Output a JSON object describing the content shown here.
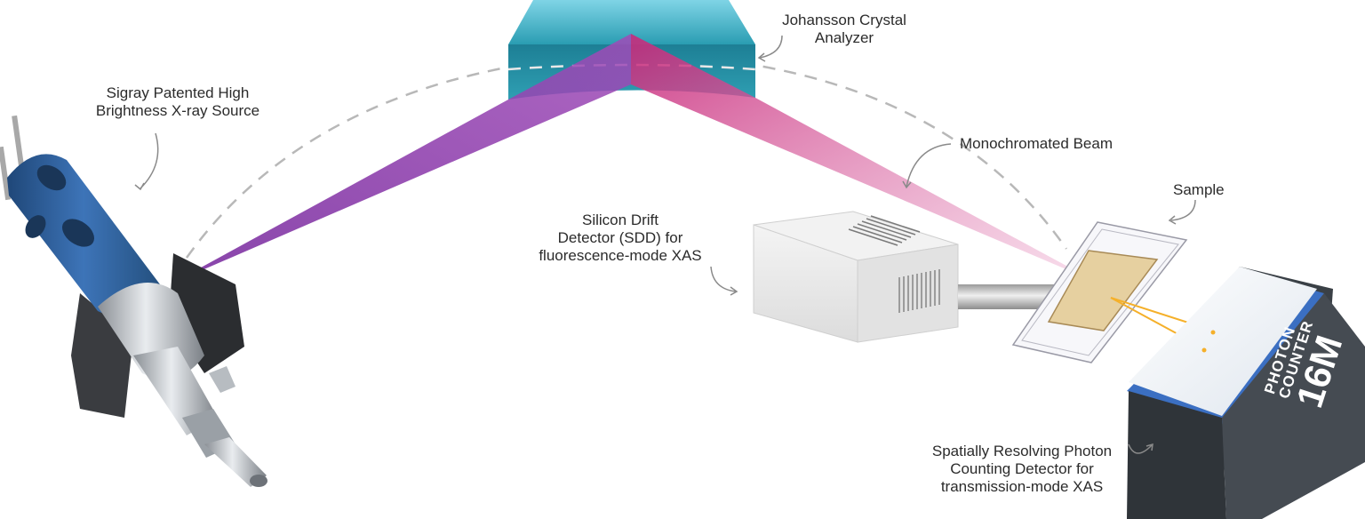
{
  "title": "X-ray Absorption Spectroscopy setup with Johansson crystal analyzer",
  "labels": {
    "source": [
      "Sigray Patented High",
      "Brightness X-ray Source"
    ],
    "crystal": [
      "Johansson Crystal",
      "Analyzer"
    ],
    "beam": [
      "Monochromated Beam"
    ],
    "sample": [
      "Sample"
    ],
    "sdd": [
      "Silicon Drift",
      "Detector (SDD) for",
      "fluorescence-mode XAS"
    ],
    "detector": [
      "Spatially Resolving Photon",
      "Counting Detector for",
      "transmission-mode XAS"
    ]
  },
  "detector_face_text": [
    "PHOTON",
    "COUNTER",
    "16M"
  ],
  "colors": {
    "beam_incident_start": "#7a3fa6",
    "beam_incident_end": "#b24fb0",
    "beam_mono": "#d0327f",
    "beam_mono_end": "#e8a2c8",
    "crystal_top": "#5fc0d6",
    "crystal_face": "#1f8ea0",
    "source_blue": "#2f5f9e",
    "dashed_arc": "#b8b8b8",
    "detector_body": "#3a4046",
    "detector_stripe": "#3b6fc2",
    "fluorescence": "#f5a623"
  }
}
